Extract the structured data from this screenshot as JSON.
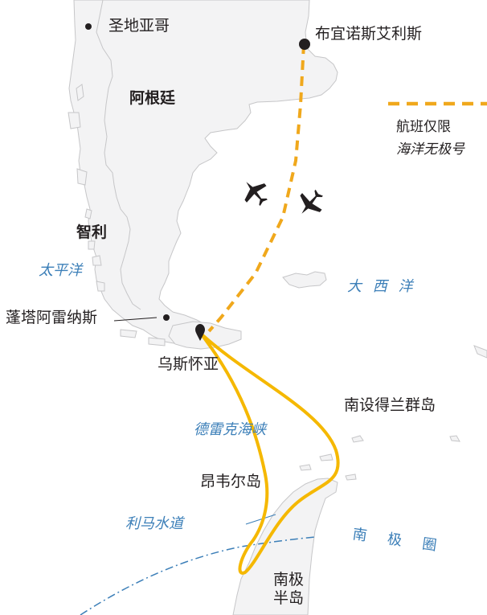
{
  "colors": {
    "land_fill": "#f3f3f4",
    "land_stroke": "#c6c6c8",
    "route_flight": "#f0a81c",
    "route_ship": "#f5b800",
    "ocean_label": "#3c7fb8",
    "antarctic_circle": "#3c7fb8",
    "marker": "#231f20"
  },
  "cities": {
    "santiago": "圣地亚哥",
    "buenos_aires": "布宜诺斯艾利斯",
    "punta_arenas": "蓬塔阿雷纳斯",
    "ushuaia": "乌斯怀亚"
  },
  "countries": {
    "argentina": "阿根廷",
    "chile": "智利"
  },
  "oceans": {
    "pacific": "太平洋",
    "atlantic": "大 西 洋"
  },
  "features": {
    "drake_passage": "德雷克海峡",
    "south_shetland": "南设得兰群岛",
    "anvers_island": "昂韦尔岛",
    "lemaire_channel": "利马水道",
    "antarctic_circle": "南  极  圈",
    "antarctic_peninsula_line1": "南极",
    "antarctic_peninsula_line2": "半岛"
  },
  "legend": {
    "flight_line_label": "航班仅限",
    "flight_line_sublabel": "海洋无极号"
  },
  "icons": {
    "plane_1": "airplane-icon",
    "plane_2": "airplane-icon"
  }
}
